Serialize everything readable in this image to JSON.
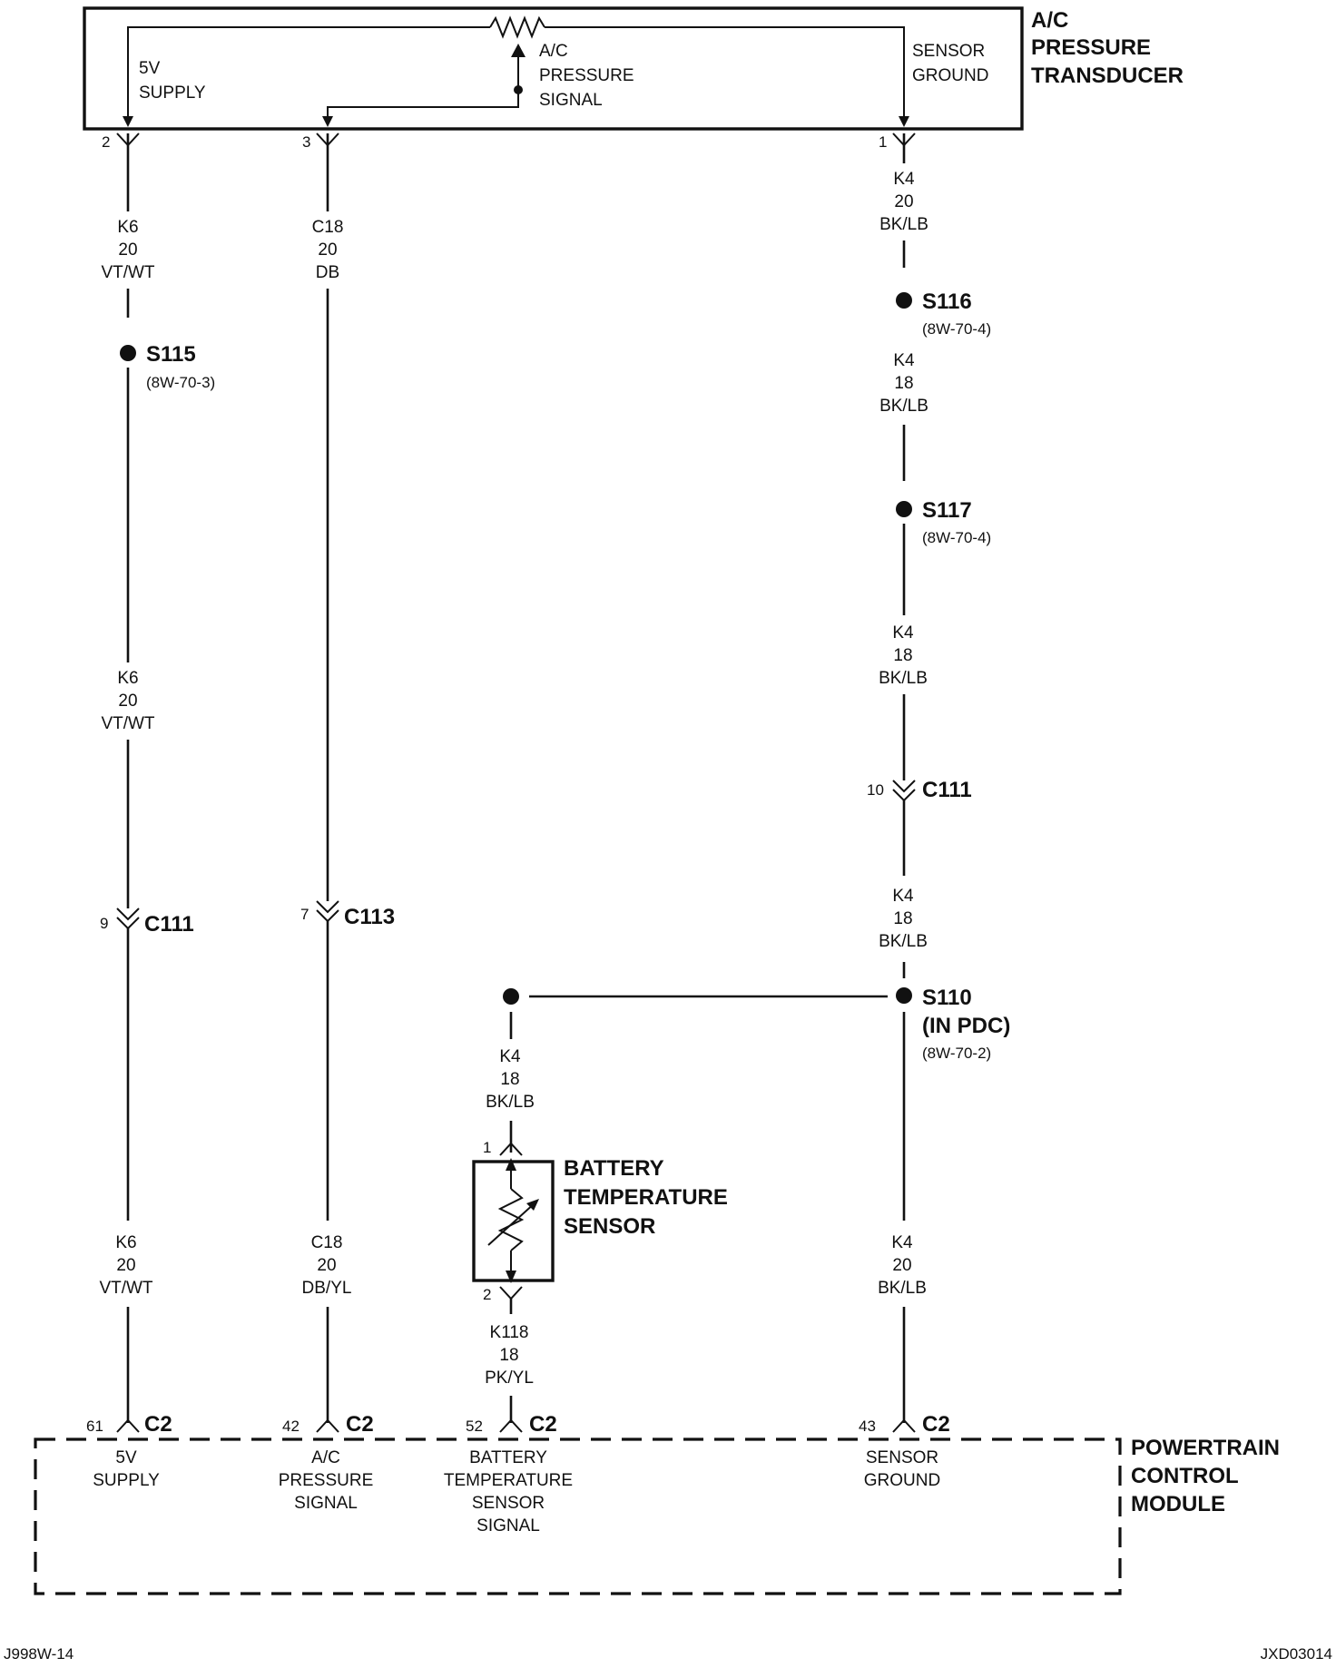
{
  "transducer": {
    "title": [
      "A/C",
      "PRESSURE",
      "TRANSDUCER"
    ],
    "supply_label": [
      "5V",
      "SUPPLY"
    ],
    "signal_label": [
      "A/C",
      "PRESSURE",
      "SIGNAL"
    ],
    "ground_label": [
      "SENSOR",
      "GROUND"
    ],
    "pins": [
      "2",
      "3",
      "1"
    ]
  },
  "wires": {
    "k6_top": [
      "K6",
      "20",
      "VT/WT"
    ],
    "c18_top": [
      "C18",
      "20",
      "DB"
    ],
    "k4_top": [
      "K4",
      "20",
      "BK/LB"
    ],
    "k4_s116_s117": [
      "K4",
      "18",
      "BK/LB"
    ],
    "k4_s117_c111": [
      "K4",
      "18",
      "BK/LB"
    ],
    "k6_mid": [
      "K6",
      "20",
      "VT/WT"
    ],
    "k4_c111_s110": [
      "K4",
      "18",
      "BK/LB"
    ],
    "k4_battery": [
      "K4",
      "18",
      "BK/LB"
    ],
    "k6_bottom": [
      "K6",
      "20",
      "VT/WT"
    ],
    "c18_bottom": [
      "C18",
      "20",
      "DB/YL"
    ],
    "k118": [
      "K118",
      "18",
      "PK/YL"
    ],
    "k4_bottom": [
      "K4",
      "20",
      "BK/LB"
    ]
  },
  "splices": {
    "s115": {
      "name": "S115",
      "ref": "(8W-70-3)"
    },
    "s116": {
      "name": "S116",
      "ref": "(8W-70-4)"
    },
    "s117": {
      "name": "S117",
      "ref": "(8W-70-4)"
    },
    "s110": {
      "name": "S110",
      "note": "(IN PDC)",
      "ref": "(8W-70-2)"
    }
  },
  "connectors": {
    "c111_left": {
      "pin": "9",
      "name": "C111"
    },
    "c113": {
      "pin": "7",
      "name": "C113"
    },
    "c111_right": {
      "pin": "10",
      "name": "C111"
    }
  },
  "battery_sensor": {
    "title": [
      "BATTERY",
      "TEMPERATURE",
      "SENSOR"
    ],
    "pin_top": "1",
    "pin_bottom": "2"
  },
  "pcm": {
    "title": [
      "POWERTRAIN",
      "CONTROL",
      "MODULE"
    ],
    "pins": [
      {
        "pin": "61",
        "conn": "C2",
        "label": [
          "5V",
          "SUPPLY"
        ]
      },
      {
        "pin": "42",
        "conn": "C2",
        "label": [
          "A/C",
          "PRESSURE",
          "SIGNAL"
        ]
      },
      {
        "pin": "52",
        "conn": "C2",
        "label": [
          "BATTERY",
          "TEMPERATURE",
          "SENSOR",
          "SIGNAL"
        ]
      },
      {
        "pin": "43",
        "conn": "C2",
        "label": [
          "SENSOR",
          "GROUND"
        ]
      }
    ]
  },
  "footer": {
    "left": "J998W-14",
    "right": "JXD03014"
  }
}
